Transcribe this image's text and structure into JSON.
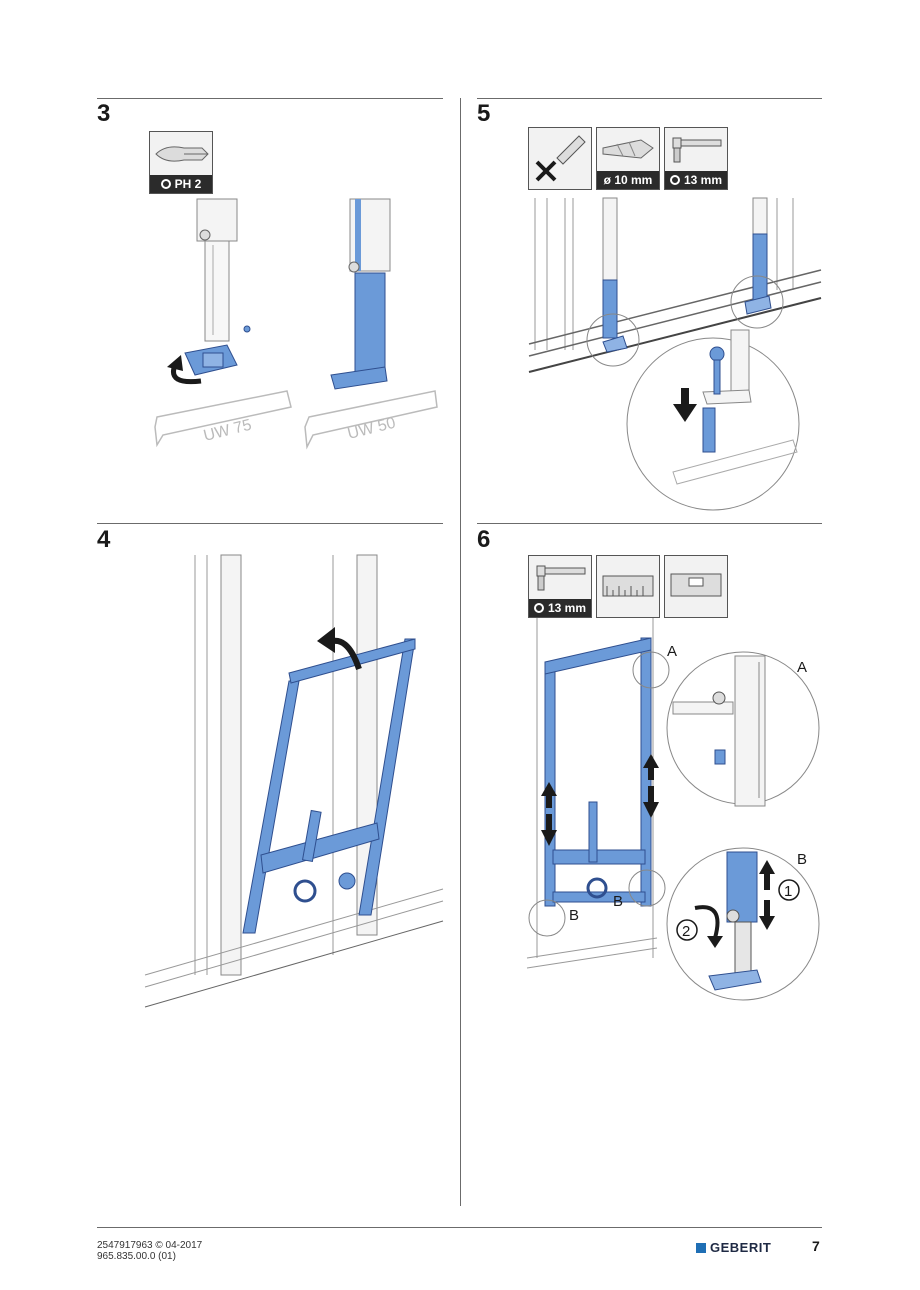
{
  "steps": {
    "s3": {
      "number": "3",
      "tool_caption": "PH 2",
      "rail_left": "UW 75",
      "rail_right": "UW 50"
    },
    "s4": {
      "number": "4"
    },
    "s5": {
      "number": "5",
      "tool_drill": "ø 10 mm",
      "tool_wrench": "13 mm"
    },
    "s6": {
      "number": "6",
      "tool_wrench": "13 mm",
      "label_a": "A",
      "label_b": "B",
      "step_1": "1",
      "step_2": "2"
    }
  },
  "footer": {
    "doc_code": "2547917963 © 04-2017",
    "ref_code": "965.835.00.0 (01)",
    "brand": "GEBERIT",
    "page": "7"
  },
  "colors": {
    "frame_blue": "#6b9ad8",
    "frame_dark": "#2f4f8f",
    "brand_blue": "#1f6fb5",
    "caption_bg": "#2b2b2b"
  },
  "icons": [
    "phillips-screwdriver-icon",
    "no-marker-icon",
    "drill-bit-icon",
    "socket-wrench-icon",
    "ruler-icon",
    "spirit-level-icon",
    "rotate-arrow-icon",
    "up-down-arrow-icon"
  ]
}
